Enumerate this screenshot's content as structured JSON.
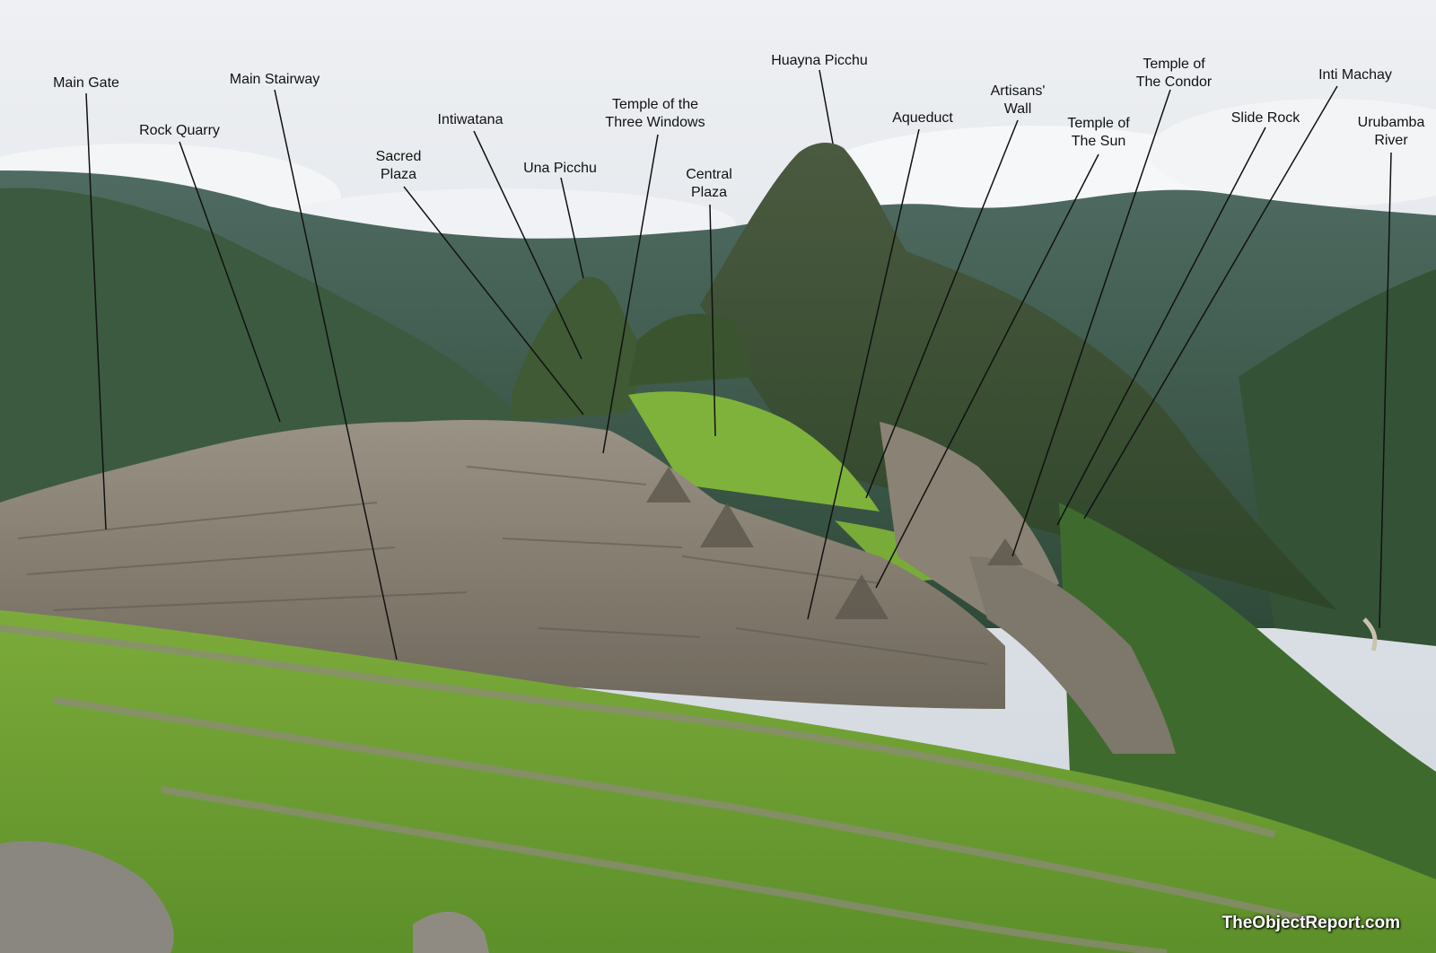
{
  "labels": {
    "main_gate": [
      "Main Gate"
    ],
    "main_stairway": [
      "Main Stairway"
    ],
    "rock_quarry": [
      "Rock Quarry"
    ],
    "sacred_plaza": [
      "Sacred",
      "Plaza"
    ],
    "intiwatana": [
      "Intiwatana"
    ],
    "una_picchu": [
      "Una Picchu"
    ],
    "three_windows": [
      "Temple of the",
      "Three Windows"
    ],
    "central_plaza": [
      "Central",
      "Plaza"
    ],
    "huayna_picchu": [
      "Huayna Picchu"
    ],
    "aqueduct": [
      "Aqueduct"
    ],
    "artisans_wall": [
      "Artisans'",
      "Wall"
    ],
    "temple_sun": [
      "Temple of",
      "The Sun"
    ],
    "temple_condor": [
      "Temple of",
      "The Condor"
    ],
    "slide_rock": [
      "Slide Rock"
    ],
    "inti_machay": [
      "Inti Machay"
    ],
    "urubamba_river": [
      "Urubamba",
      "River"
    ]
  },
  "watermark": "TheObjectReport.com"
}
